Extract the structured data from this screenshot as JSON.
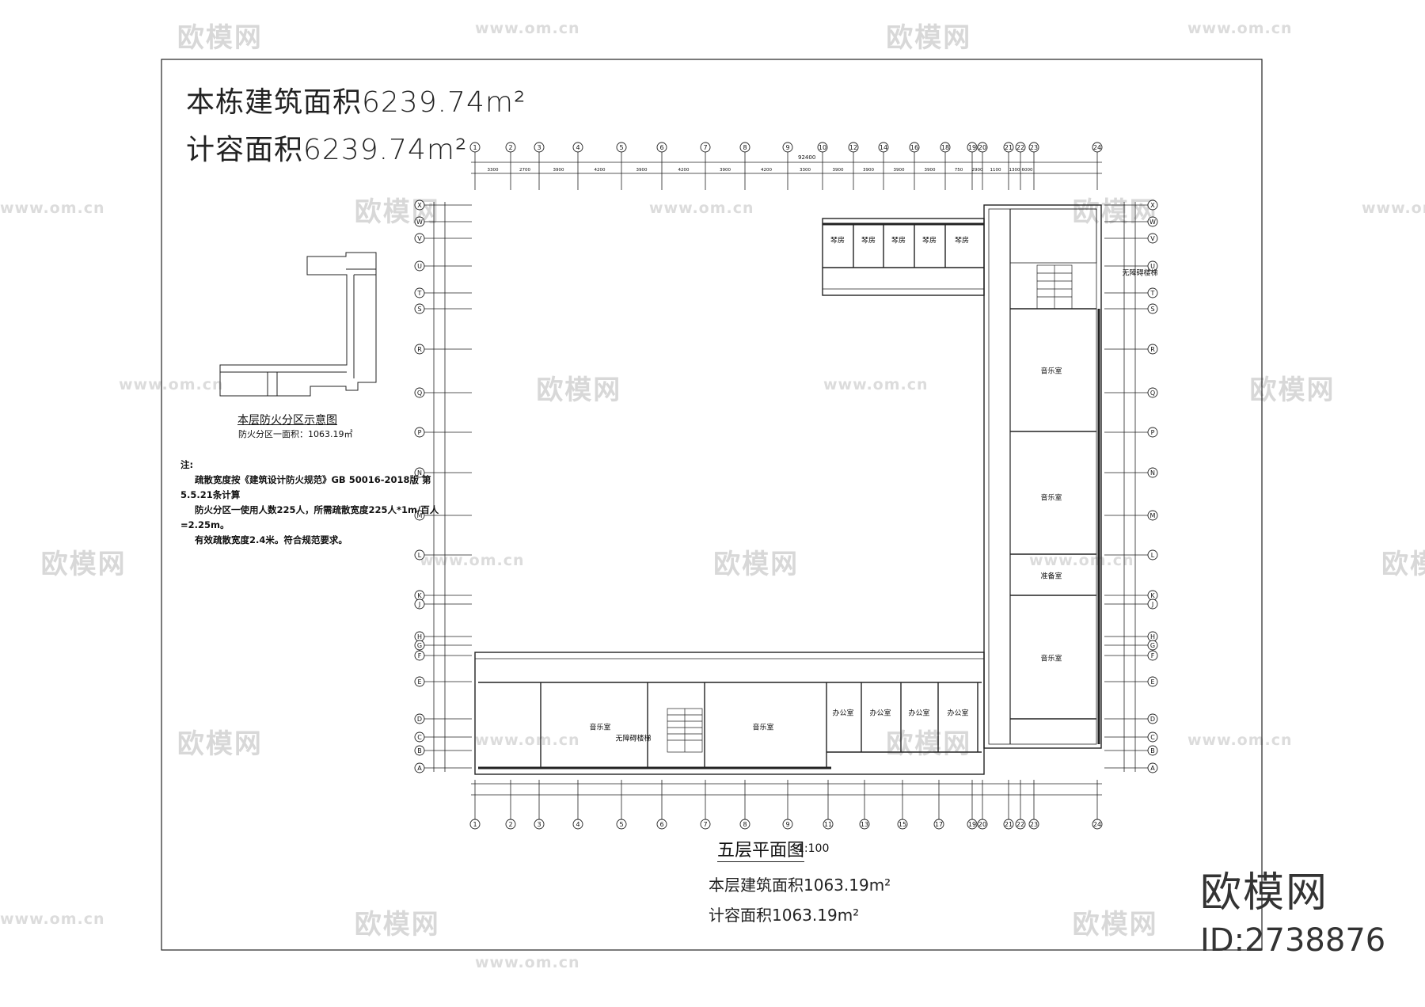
{
  "header": {
    "building_area": "本栋建筑面积6239.74m²",
    "far_area": "计容面积6239.74m²"
  },
  "key_plan": {
    "title": "本层防火分区示意图",
    "subtitle": "防火分区一面积：1063.19㎡"
  },
  "notes": {
    "label": "注:",
    "lines": [
      "疏散宽度按《建筑设计防火规范》GB 50016-2018版 第",
      "5.5.21条计算",
      "防火分区一使用人数225人，所需疏散宽度225人*1m/百人",
      "=2.25m。",
      "有效疏散宽度2.4米。符合规范要求。"
    ]
  },
  "plan": {
    "title": "五层平面图",
    "scale": "1:100",
    "floor_area": "本层建筑面积1063.19m²",
    "far_area": "计容面积1063.19m²",
    "total_dimension": "92400",
    "top_axes": [
      "1",
      "2",
      "3",
      "4",
      "5",
      "6",
      "7",
      "8",
      "9",
      "10",
      "12",
      "14",
      "16",
      "18",
      "19",
      "20",
      "21",
      "22",
      "23",
      "24"
    ],
    "bottom_axes": [
      "1",
      "2",
      "3",
      "4",
      "5",
      "6",
      "7",
      "8",
      "9",
      "11",
      "13",
      "15",
      "17",
      "19",
      "20",
      "21",
      "22",
      "23",
      "24"
    ],
    "row_axes": [
      "X",
      "W",
      "V",
      "U",
      "T",
      "S",
      "R",
      "Q",
      "P",
      "N",
      "M",
      "L",
      "K",
      "J",
      "H",
      "G",
      "F",
      "E",
      "D",
      "C",
      "B",
      "A"
    ],
    "top_dimensions": [
      "3300",
      "2700",
      "3900",
      "4200",
      "3900",
      "4200",
      "3900",
      "4200",
      "3300",
      "3900",
      "3900",
      "3900",
      "3900",
      "750",
      "2900",
      "1100",
      "1300",
      "6000"
    ],
    "rooms": {
      "piano": [
        "琴房",
        "琴房",
        "琴房",
        "琴房",
        "琴房"
      ],
      "music_right": [
        "音乐室",
        "音乐室",
        "准备室",
        "音乐室"
      ],
      "music_bottom": [
        "音乐室",
        "音乐室"
      ],
      "office": [
        "办公室",
        "办公室",
        "办公室",
        "办公室"
      ],
      "stair_label": "无障碍楼梯"
    }
  },
  "watermark": {
    "logo_text": "欧模网",
    "url_text": "www.om.cn",
    "brand": "欧模网",
    "id": "ID:2738876"
  }
}
